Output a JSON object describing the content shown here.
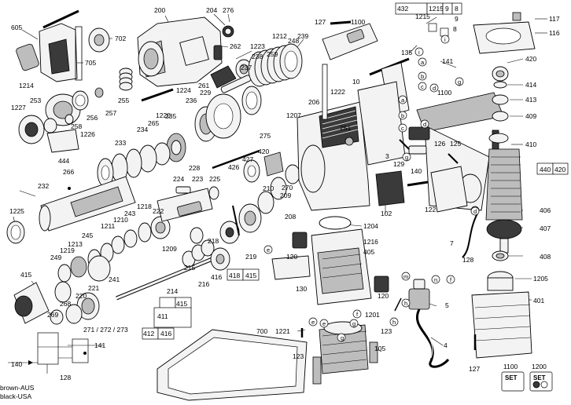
{
  "parts": {
    "p605": "605",
    "p200": "200",
    "p204": "204",
    "p276": "276",
    "p127a": "127",
    "p1100a": "1100",
    "p432": "432",
    "p1215a": "1215",
    "p9a": "9",
    "p8a": "8",
    "p117": "117",
    "p116": "116",
    "p702": "702",
    "p705": "705",
    "p262": "262",
    "p1223": "1223",
    "p1212": "1212",
    "p248": "248",
    "p239": "239",
    "p1215b": "1215",
    "p9b": "9",
    "p8b": "8",
    "p237": "237",
    "p238": "238",
    "p259": "259",
    "p135": "135",
    "p141a": "141",
    "p420a": "420",
    "p1214": "1214",
    "p253": "253",
    "p257": "257",
    "p255": "255",
    "p1224": "1224",
    "p261": "261",
    "p10": "10",
    "p414": "414",
    "p1227": "1227",
    "p258": "258",
    "p256": "256",
    "p1220": "1220",
    "p229": "229",
    "p236": "236",
    "p1222": "1222",
    "p1100b": "1100",
    "p413": "413",
    "p1226": "1226",
    "p235": "235",
    "p265": "265",
    "p206": "206",
    "p409": "409",
    "p234": "234",
    "p1207": "1207",
    "p251": "251",
    "p233": "233",
    "p275": "275",
    "p126": "126",
    "p125": "125",
    "p410": "410",
    "p420b": "420",
    "p444": "444",
    "p228": "228",
    "p426": "426",
    "p427": "427",
    "p3": "3",
    "p129": "129",
    "p266": "266",
    "p224": "224",
    "p223": "223",
    "p225": "225",
    "p210": "210",
    "p270": "270",
    "p209": "209",
    "p140a": "140",
    "p440": "440",
    "p420c": "420",
    "p232": "232",
    "p1218": "1218",
    "p1225": "1225",
    "p243": "243",
    "p222": "222",
    "p1210": "1210",
    "p1211": "1211",
    "p245": "245",
    "p1213": "1213",
    "p122": "122",
    "p406": "406",
    "p102": "102",
    "p208": "208",
    "p1204": "1204",
    "p407": "407",
    "p249": "249",
    "p1219": "1219",
    "p241": "241",
    "p1209": "1209",
    "p1216": "1216",
    "p405": "405",
    "p120a": "120",
    "p7": "7",
    "p408": "408",
    "p128a": "128",
    "p415a": "415",
    "p218": "218",
    "p219": "219",
    "p215": "215",
    "p216": "216",
    "p418": "418",
    "p415b": "415",
    "p1205": "1205",
    "p268": "268",
    "p221": "221",
    "p220": "220",
    "p214": "214",
    "p130": "130",
    "p120b": "120",
    "p5": "5",
    "p401": "401",
    "p411": "411",
    "p415c": "415",
    "p269": "269",
    "p271": "271 / 272 / 273",
    "p1201": "1201",
    "p412": "412",
    "p416": "416",
    "p700": "700",
    "p1221": "1221",
    "p123a": "123",
    "p141b": "141",
    "p4": "4",
    "p140b": "140",
    "p105": "105",
    "p123b": "123",
    "p127b": "127",
    "p128b": "128",
    "p1100c": "1100",
    "p1200": "1200"
  },
  "letters": {
    "a1": "a",
    "b1": "b",
    "c1": "c",
    "d1": "d",
    "g1": "g",
    "i1": "i",
    "i2": "i",
    "a2": "a",
    "b2": "b",
    "c2": "c",
    "d2": "d",
    "e1": "e",
    "g2": "g",
    "e2": "e",
    "m1": "m",
    "n1": "n",
    "f1": "f",
    "h1": "h",
    "g3": "g",
    "h2": "h",
    "f2": "f",
    "e3": "e",
    "g4": "g",
    "f3": "f",
    "d3": "d"
  },
  "wiring": {
    "legend_brown": "brown-AUS",
    "legend_black": "black-USA"
  },
  "set_badges": {
    "label": "SET"
  }
}
